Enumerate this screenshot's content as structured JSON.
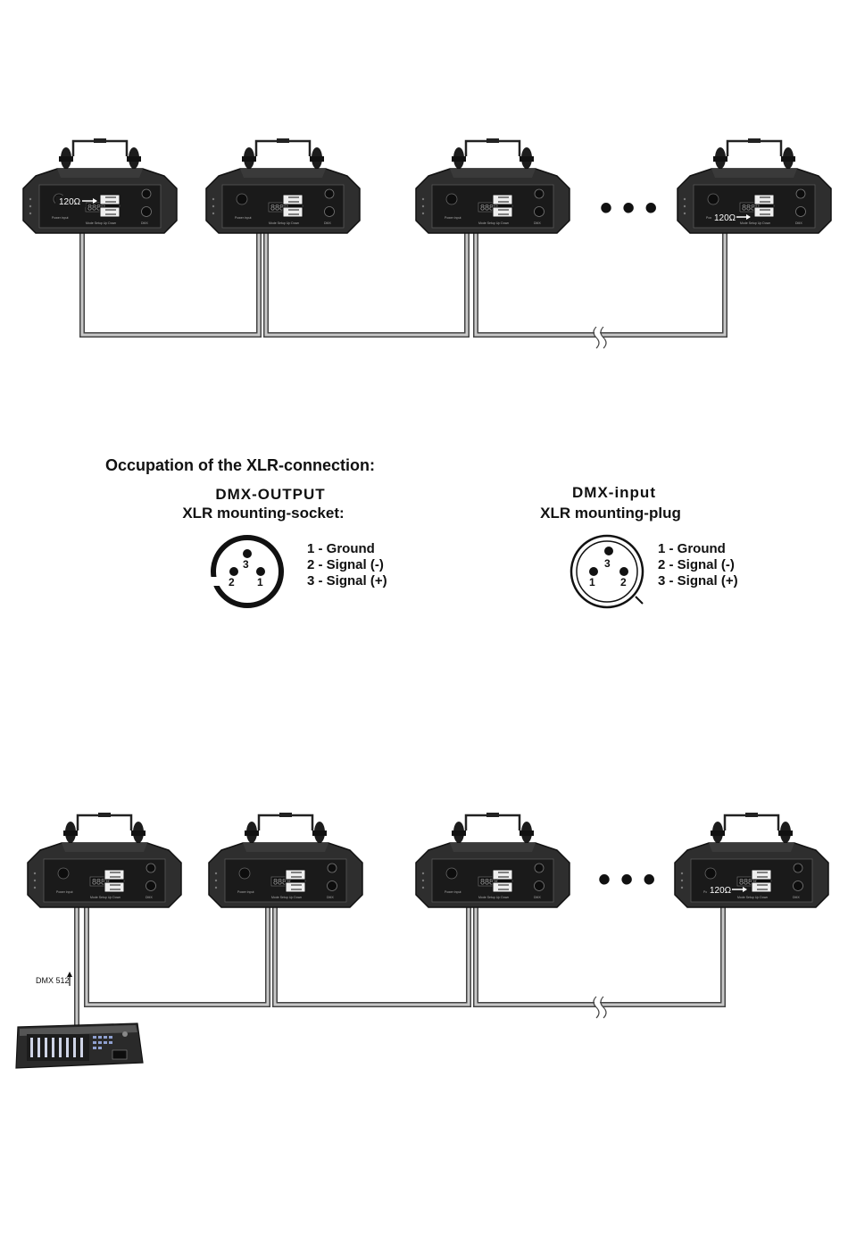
{
  "xlr_section": {
    "heading": "Occupation of the XLR-connection:",
    "output": {
      "title": "DMX-OUTPUT",
      "subtitle": "XLR mounting-socket:",
      "pins": [
        "1 - Ground",
        "2 - Signal (-)",
        "3 - Signal (+)"
      ],
      "pin_numbers": [
        "3",
        "2",
        "1"
      ]
    },
    "input": {
      "title": "DMX-input",
      "subtitle": "XLR mounting-plug",
      "pins": [
        "1 - Ground",
        "2 - Signal (-)",
        "3 - Signal (+)"
      ],
      "pin_numbers": [
        "3",
        "1",
        "2"
      ]
    }
  },
  "top_chain": {
    "start_resistor": "120Ω",
    "end_resistor": "120Ω",
    "ellipsis": "• • •"
  },
  "bottom_chain": {
    "end_resistor": "120Ω",
    "ellipsis": "• • •",
    "controller_label": "DMX 512"
  },
  "colors": {
    "fixture_body": "#2b2b2b",
    "fixture_panel": "#1a1a1a",
    "cable_outer": "#444444",
    "cable_inner": "#bdbdbd"
  }
}
